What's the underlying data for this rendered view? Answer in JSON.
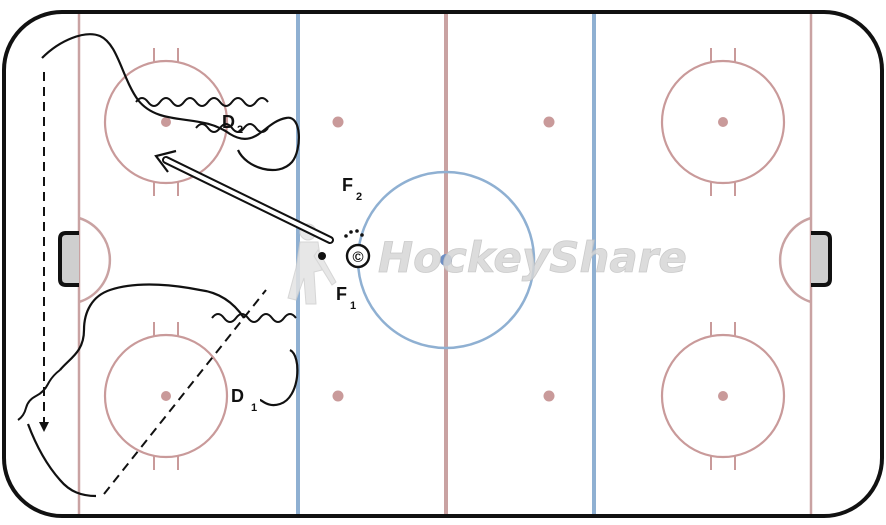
{
  "diagram": {
    "labels": {
      "d2": {
        "letter": "D",
        "sub": "2"
      },
      "d1": {
        "letter": "D",
        "sub": "1"
      },
      "f2": {
        "letter": "F",
        "sub": "2"
      },
      "f1": {
        "letter": "F",
        "sub": "1"
      },
      "coach": "©"
    },
    "watermark": "HockeyShare",
    "colors": {
      "board": "#111111",
      "ice": "#ffffff",
      "red_line": "#c9a2a2",
      "blue_line": "#8fb0d2",
      "faceoff": "#c99a9a",
      "center_dot": "#6f8fc4",
      "crease": "#c9c9c9",
      "path": "#111111"
    }
  }
}
